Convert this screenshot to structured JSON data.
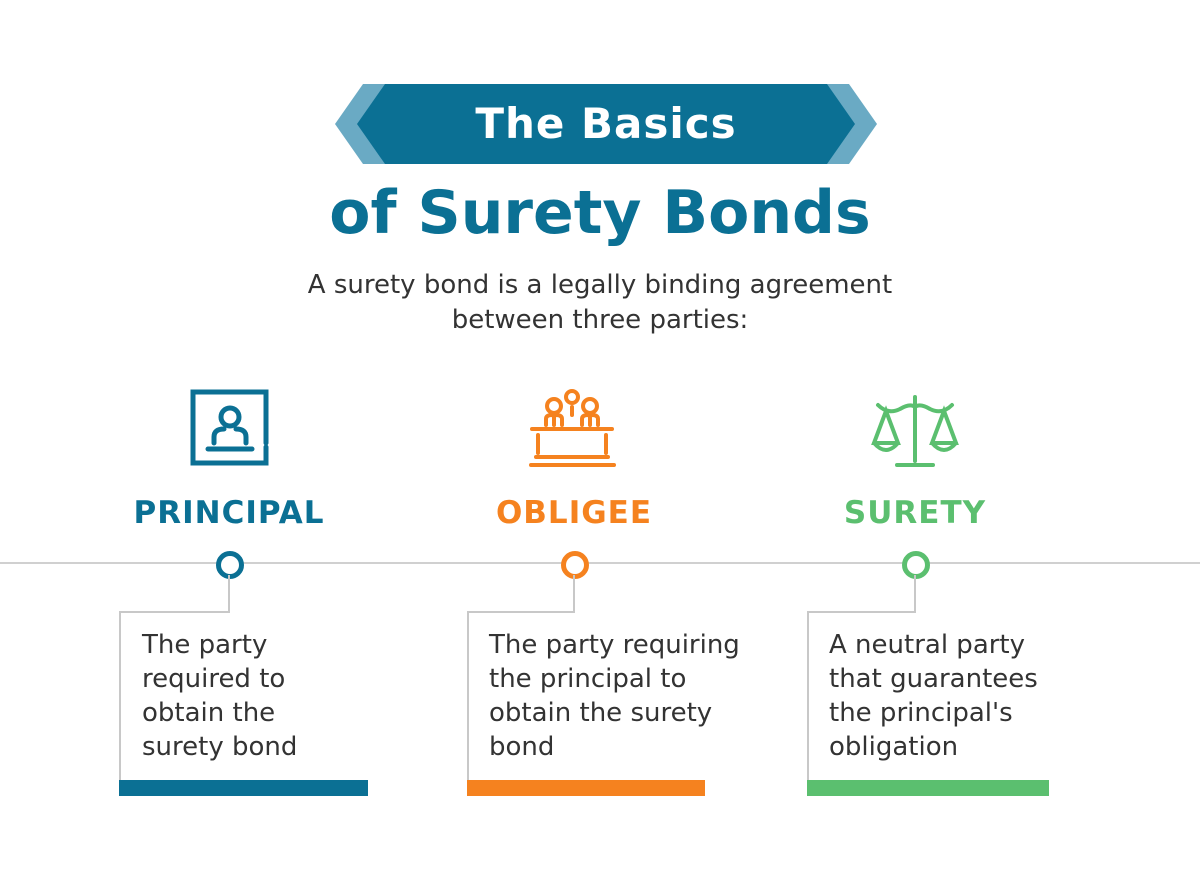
{
  "header": {
    "banner": "The Basics",
    "title": "of Surety Bonds",
    "subtitle": "A surety bond is a legally binding agreement between three parties:"
  },
  "colors": {
    "blue": "#0b7094",
    "light_blue": "#6aaac4",
    "orange": "#f5821f",
    "green": "#5bbf6f"
  },
  "parties": [
    {
      "icon": "person-certificate-icon",
      "title": "PRINCIPAL",
      "description": "The party required to obtain the surety bond"
    },
    {
      "icon": "court-judges-icon",
      "title": "OBLIGEE",
      "description": "The party requiring the principal to obtain the surety bond"
    },
    {
      "icon": "scales-of-justice-icon",
      "title": "SURETY",
      "description": "A neutral party that guarantees the principal's obligation"
    }
  ]
}
